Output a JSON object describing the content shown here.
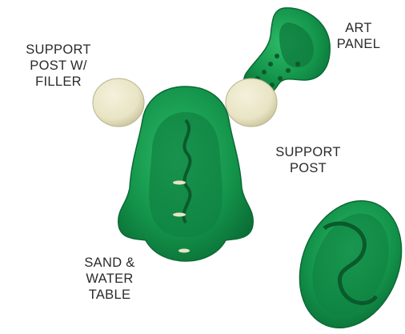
{
  "labels": {
    "support_post_filler": [
      "SUPPORT",
      "POST W/",
      "FILLER"
    ],
    "art_panel": [
      "ART",
      "PANEL"
    ],
    "support_post": [
      "SUPPORT",
      "POST"
    ],
    "sand_water_table": [
      "SAND &",
      "WATER",
      "TABLE"
    ]
  },
  "colors": {
    "green_dark": "#0a6a34",
    "green_main": "#13934a",
    "green_light": "#2dbb68",
    "cream": "#e8e4c4",
    "cream_shadow": "#c9c29c"
  }
}
